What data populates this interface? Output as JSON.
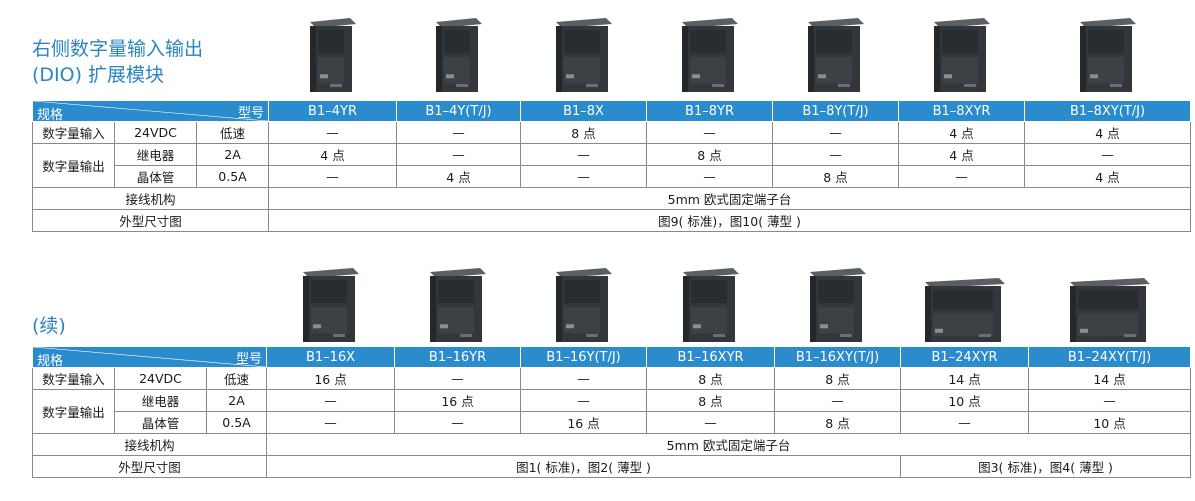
{
  "colors": {
    "title": "#2a86c0",
    "header_bg": "#2a8ccd",
    "header_text": "#ffffff",
    "border": "#8a8a8a"
  },
  "section1": {
    "title_line1": "右侧数字量输入输出",
    "title_line2": "(DIO) 扩展模块",
    "corner_left": "规格",
    "corner_right": "型号",
    "models": [
      "B1–4YR",
      "B1–4Y(T/J)",
      "B1–8X",
      "B1–8YR",
      "B1–8Y(T/J)",
      "B1–8XYR",
      "B1–8XY(T/J)"
    ],
    "rows": {
      "input_label": "数字量输入",
      "input_voltage": "24VDC",
      "input_speed": "低速",
      "output_label": "数字量输出",
      "relay_label": "继电器",
      "relay_current": "2A",
      "transistor_label": "晶体管",
      "transistor_current": "0.5A",
      "wiring_label": "接线机构",
      "wiring_value": "5mm 欧式固定端子台",
      "dimension_label": "外型尺寸图",
      "dimension_value": "图9( 标准)，图10( 薄型 )"
    },
    "input_values": [
      "—",
      "—",
      "8 点",
      "—",
      "—",
      "4 点",
      "4 点"
    ],
    "relay_values": [
      "4 点",
      "—",
      "—",
      "8 点",
      "—",
      "4 点",
      "—"
    ],
    "transistor_values": [
      "—",
      "4 点",
      "—",
      "—",
      "8 点",
      "—",
      "4 点"
    ]
  },
  "section2": {
    "title": "(续)",
    "corner_left": "规格",
    "corner_right": "型号",
    "models": [
      "B1–16X",
      "B1–16YR",
      "B1–16Y(T/J)",
      "B1–16XYR",
      "B1–16XY(T/J)",
      "B1–24XYR",
      "B1–24XY(T/J)"
    ],
    "rows": {
      "input_label": "数字量输入",
      "input_voltage": "24VDC",
      "input_speed": "低速",
      "output_label": "数字量输出",
      "relay_label": "继电器",
      "relay_current": "2A",
      "transistor_label": "晶体管",
      "transistor_current": "0.5A",
      "wiring_label": "接线机构",
      "wiring_value": "5mm 欧式固定端子台",
      "dimension_label": "外型尺寸图",
      "dimension_value_a": "图1( 标准)，图2( 薄型 )",
      "dimension_value_b": "图3( 标准)，图4( 薄型 )"
    },
    "input_values": [
      "16 点",
      "—",
      "—",
      "8 点",
      "8 点",
      "14 点",
      "14 点"
    ],
    "relay_values": [
      "—",
      "16 点",
      "—",
      "8 点",
      "—",
      "10 点",
      "—"
    ],
    "transistor_values": [
      "—",
      "—",
      "16 点",
      "—",
      "8 点",
      "—",
      "10 点"
    ]
  }
}
